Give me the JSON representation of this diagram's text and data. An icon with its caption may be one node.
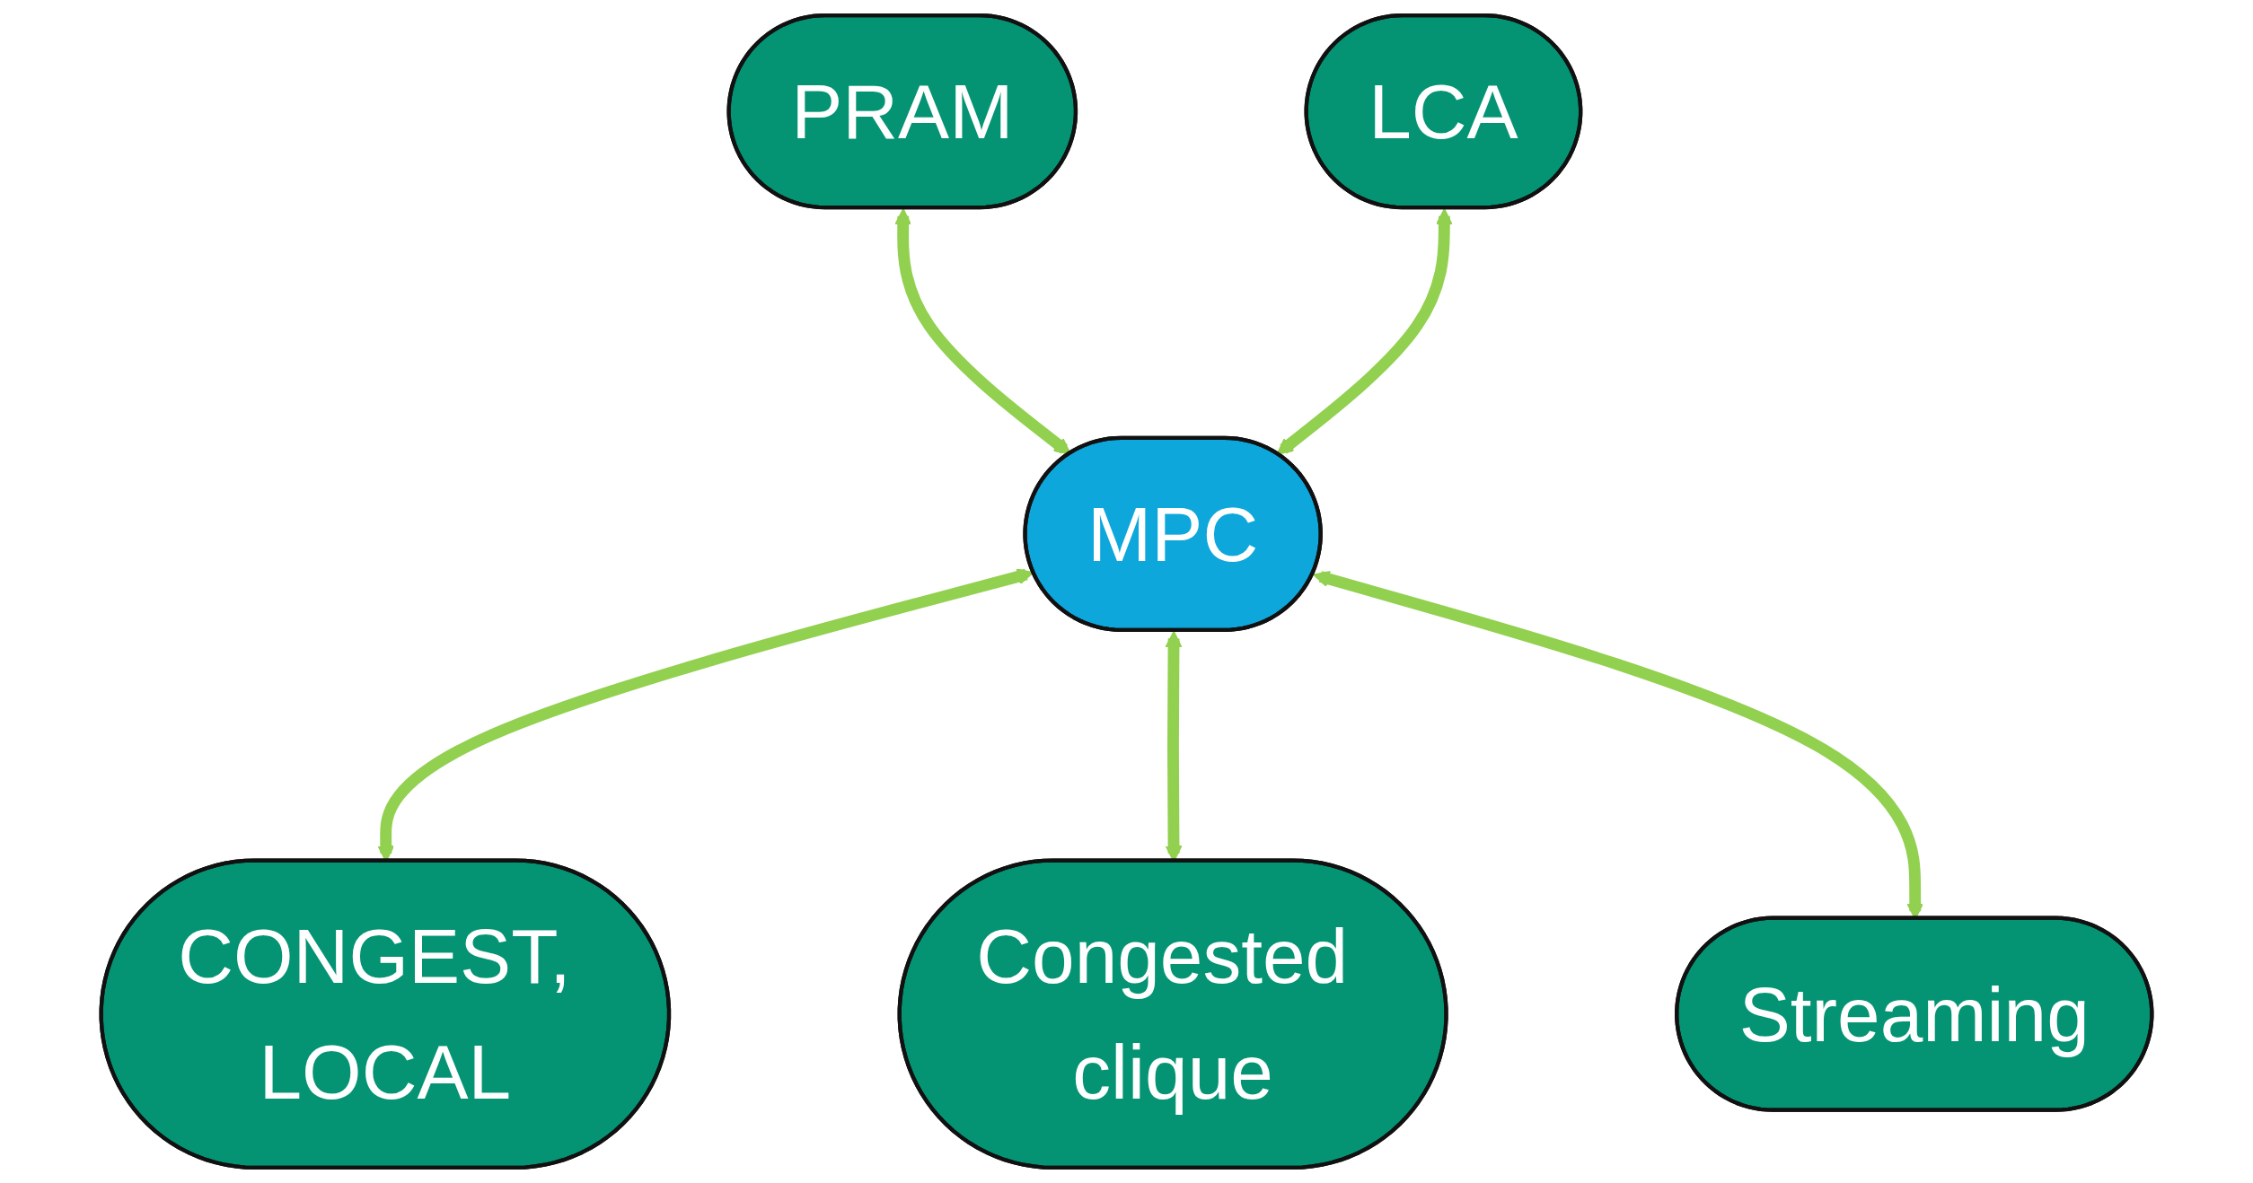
{
  "diagram": {
    "nodes": [
      {
        "text": [
          "PRAM"
        ]
      },
      {
        "text": [
          "LCA"
        ]
      },
      {
        "text": [
          "MPC"
        ]
      },
      {
        "text": [
          "CONGEST, LOCAL"
        ]
      },
      {
        "text": [
          "Congested clique"
        ]
      },
      {
        "text": [
          "Streaming"
        ]
      }
    ],
    "edges": [
      {
        "from": 0,
        "to": 2,
        "arrow": "both"
      },
      {
        "from": 1,
        "to": 2,
        "arrow": "both"
      },
      {
        "from": 2,
        "to": 3,
        "arrow": "both"
      },
      {
        "from": 2,
        "to": 4,
        "arrow": "both"
      },
      {
        "from": 2,
        "to": 5,
        "arrow": "both"
      }
    ]
  }
}
